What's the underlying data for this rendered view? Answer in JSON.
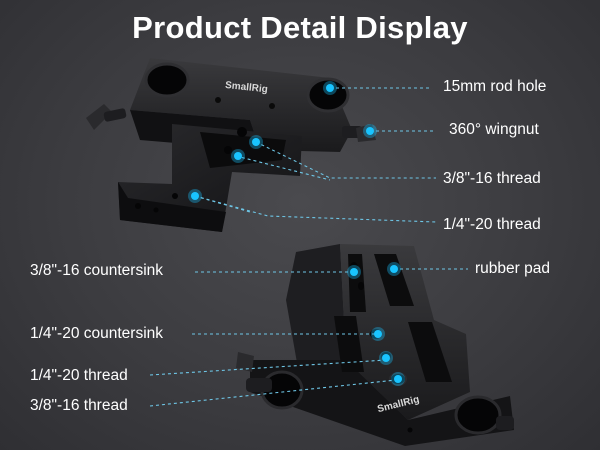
{
  "title": "Product Detail Display",
  "brand": "SmallRig",
  "colors": {
    "accent": "#19c4ff",
    "background": "#3c3c40",
    "product": "#1c1c1e"
  },
  "upper_labels": {
    "rod_hole": "15mm rod hole",
    "wingnut": "360° wingnut",
    "thread_38": "3/8\"-16 thread",
    "thread_14": "1/4\"-20 thread"
  },
  "lower_labels": {
    "countersink_38": "3/8\"-16 countersink",
    "rubber_pad": "rubber pad",
    "countersink_14": "1/4\"-20 countersink",
    "thread_14": "1/4\"-20 thread",
    "thread_38": "3/8\"-16 thread"
  }
}
